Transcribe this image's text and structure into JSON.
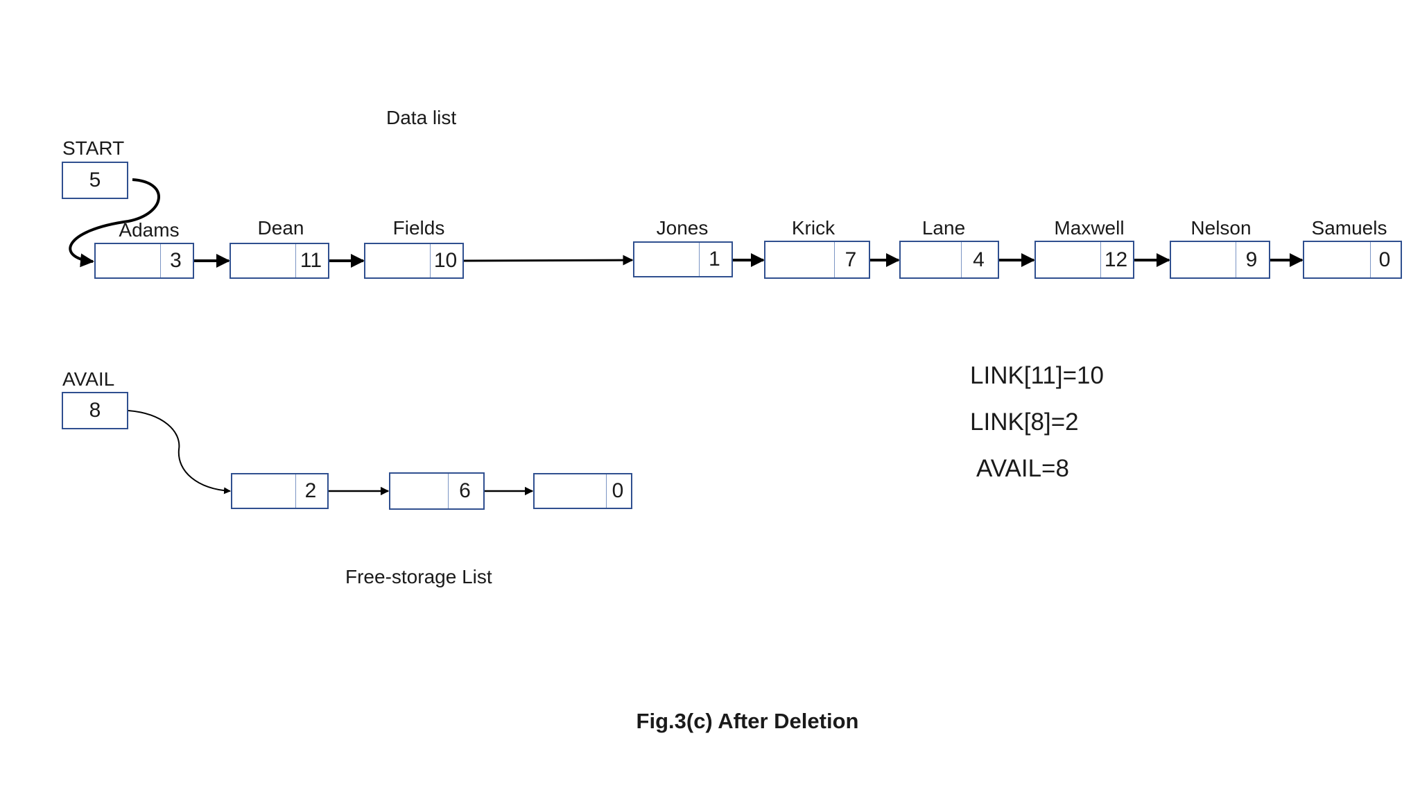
{
  "data_list_title": "Data list",
  "start": {
    "label": "START",
    "value": "5"
  },
  "data_nodes": [
    {
      "name": "Adams",
      "link": "3"
    },
    {
      "name": "Dean",
      "link": "11"
    },
    {
      "name": "Fields",
      "link": "10"
    },
    {
      "name": "Jones",
      "link": "1"
    },
    {
      "name": "Krick",
      "link": "7"
    },
    {
      "name": "Lane",
      "link": "4"
    },
    {
      "name": "Maxwell",
      "link": "12"
    },
    {
      "name": "Nelson",
      "link": "9"
    },
    {
      "name": "Samuels",
      "link": "0"
    }
  ],
  "avail": {
    "label": "AVAIL",
    "value": "8"
  },
  "free_nodes": [
    {
      "link": "2"
    },
    {
      "link": "6"
    },
    {
      "link": "0"
    }
  ],
  "free_list_title": "Free-storage List",
  "equations": [
    "LINK[11]=10",
    "LINK[8]=2",
    "AVAIL=8"
  ],
  "caption": "Fig.3(c) After Deletion"
}
